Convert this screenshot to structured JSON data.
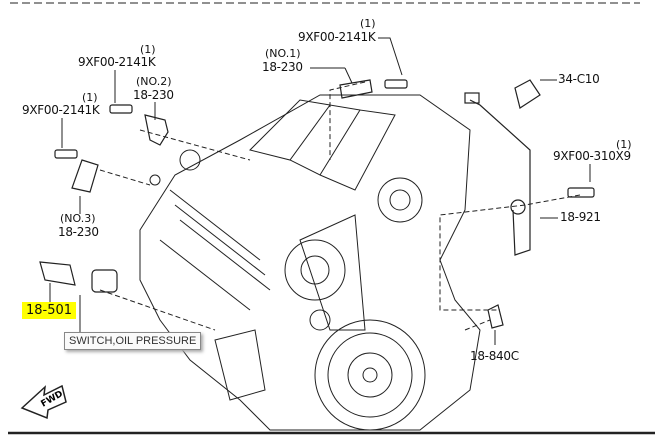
{
  "parts": {
    "bolt_top_left": {
      "qty": "(1)",
      "number": "9XF00-2141K"
    },
    "sensor_no2": {
      "position": "(NO.2)",
      "number": "18-230"
    },
    "bolt_left": {
      "qty": "(1)",
      "number": "9XF00-2141K"
    },
    "sensor_no3": {
      "position": "(NO.3)",
      "number": "18-230"
    },
    "sensor_no1": {
      "position": "(NO.1)",
      "number": "18-230"
    },
    "bolt_top": {
      "qty": "(1)",
      "number": "9XF00-2141K"
    },
    "connector": {
      "number": "34-C10"
    },
    "bolt_right": {
      "qty": "(1)",
      "number": "9XF00-310X9"
    },
    "knock_sensor": {
      "number": "18-921"
    },
    "oil_switch": {
      "number": "18-501",
      "highlight_color": "#ffff00"
    },
    "crank_sensor": {
      "number": "18-840C"
    }
  },
  "tooltip": {
    "text": "SWITCH,OIL PRESSURE"
  },
  "direction_arrow": {
    "text": "FWD"
  }
}
